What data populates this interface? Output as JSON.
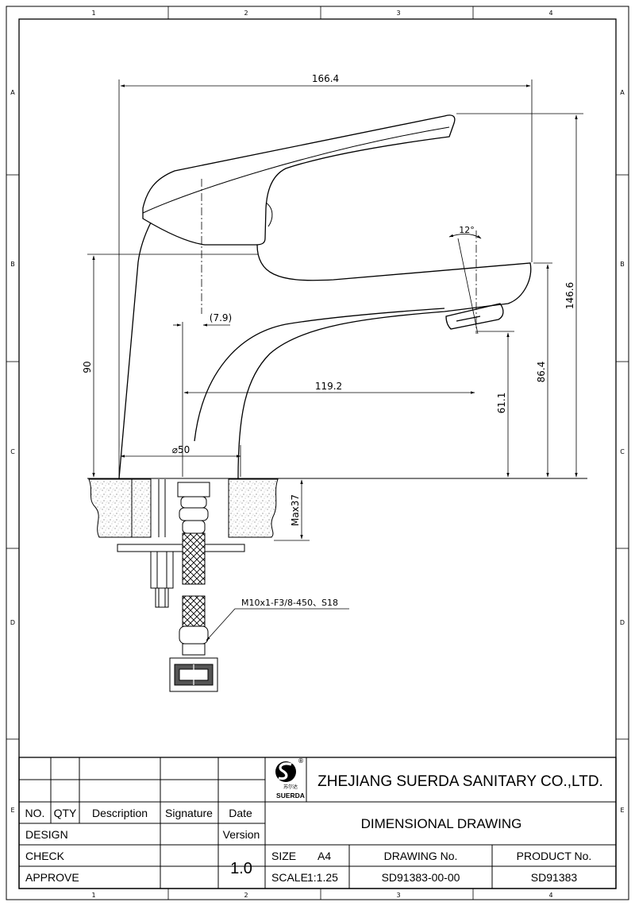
{
  "border_markers": {
    "columns": [
      "1",
      "2",
      "3",
      "4"
    ],
    "rows": [
      "A",
      "B",
      "C",
      "D",
      "E"
    ]
  },
  "dimensions": {
    "overall_width": "166.4",
    "overall_height": "146.6",
    "spout_height": "86.4",
    "aerator_height": "61.1",
    "lever_pivot_height": "90",
    "reach": "119.2",
    "offset": "(7.9)",
    "base_diameter": "⌀50",
    "max_deck_thickness": "Max37",
    "angle": "12°"
  },
  "hose_note": "M10x1-F3/8-450、S18",
  "title_block": {
    "logo_chinese": "苏尔达",
    "logo_text": "SUERDA",
    "registered_mark": "®",
    "company": "ZHEJIANG SUERDA SANITARY CO.,LTD.",
    "drawing_type": "DIMENSIONAL  DRAWING",
    "col_no": "NO.",
    "col_qty": "QTY",
    "col_description": "Description",
    "col_signature": "Signature",
    "col_date": "Date",
    "design": "DESIGN",
    "check": "CHECK",
    "approve": "APPROVE",
    "version_label": "Version",
    "version": "1.0",
    "size_label": "SIZE",
    "size": "A4",
    "scale_label": "SCALE",
    "scale": "1:1.25",
    "drawing_no_label": "DRAWING   No.",
    "drawing_no": "SD91383-00-00",
    "product_no_label": "PRODUCT  No.",
    "product_no": "SD91383"
  }
}
